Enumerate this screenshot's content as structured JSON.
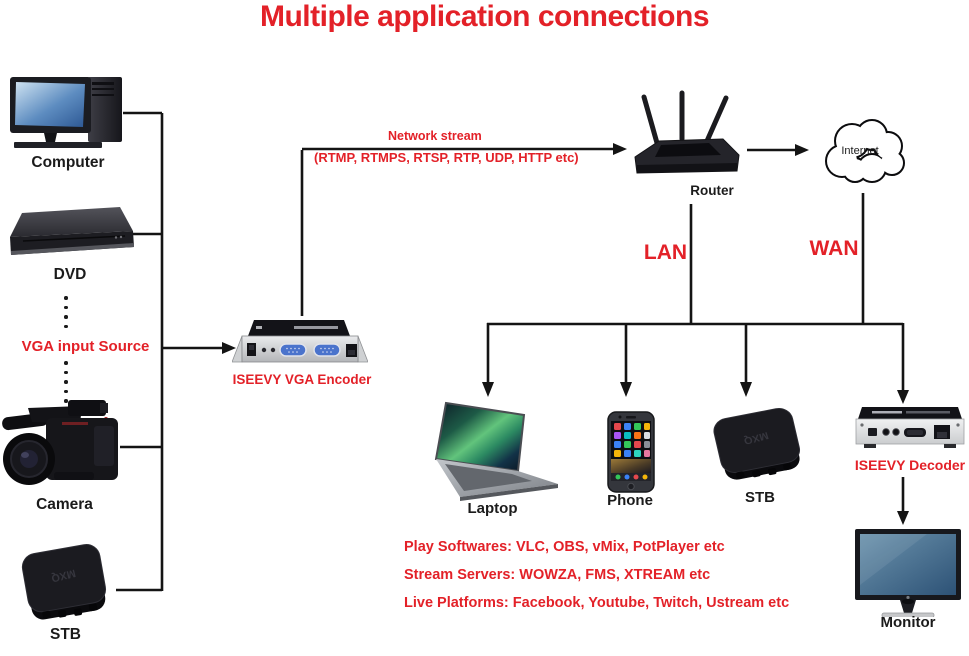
{
  "title": "Multiple application connections",
  "colors": {
    "accent_red": "#e32128",
    "line_black": "#141414",
    "screen_blue": "#3f6f9c",
    "vga_port_blue": "#4a73cc"
  },
  "sources": {
    "computer": {
      "label": "Computer"
    },
    "dvd": {
      "label": "DVD"
    },
    "vga_note": "VGA input Source",
    "camera": {
      "label": "Camera"
    },
    "stb": {
      "label": "STB"
    }
  },
  "encoder": {
    "label": "ISEEVY VGA Encoder"
  },
  "network": {
    "stream_title": "Network stream",
    "protocols": "(RTMP, RTMPS, RTSP, RTP, UDP, HTTP etc)",
    "lan": "LAN",
    "wan": "WAN"
  },
  "router": {
    "label": "Router"
  },
  "internet": {
    "label": "Internet"
  },
  "clients": {
    "laptop": {
      "label": "Laptop"
    },
    "phone": {
      "label": "Phone"
    },
    "stb": {
      "label": "STB"
    },
    "decoder": {
      "label": "ISEEVY Decoder"
    },
    "monitor": {
      "label": "Monitor"
    }
  },
  "notes": [
    "Play Softwares: VLC, OBS, vMix, PotPlayer etc",
    "Stream Servers: WOWZA, FMS, XTREAM etc",
    "Live Platforms: Facebook, Youtube, Twitch, Ustream etc"
  ]
}
